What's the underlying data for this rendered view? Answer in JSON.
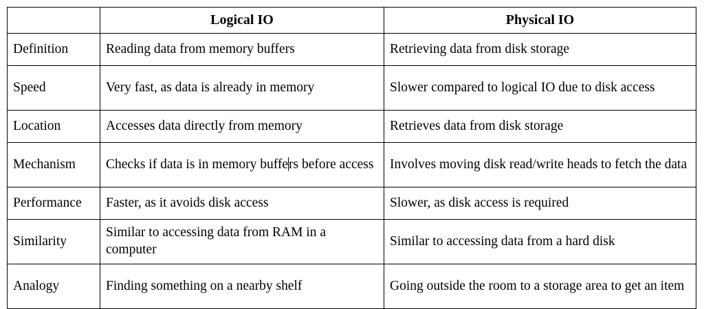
{
  "table": {
    "columns": [
      {
        "key": "attribute",
        "label": ""
      },
      {
        "key": "logical",
        "label": "Logical IO"
      },
      {
        "key": "physical",
        "label": "Physical IO"
      }
    ],
    "rows": [
      {
        "attribute": "Definition",
        "logical": "Reading data from memory buffers",
        "physical": "Retrieving data from disk storage"
      },
      {
        "attribute": "Speed",
        "logical": "Very fast, as data is already in memory",
        "physical": "Slower compared to logical IO due to disk access"
      },
      {
        "attribute": "Location",
        "logical": "Accesses data directly from memory",
        "physical": "Retrieves data from disk storage"
      },
      {
        "attribute": "Mechanism",
        "logical_before_caret": "Checks if data is in memory buffe",
        "logical_after_caret": "rs before access",
        "logical": "Checks if data is in memory buffers before access",
        "physical": "Involves moving disk read/write heads to fetch the data"
      },
      {
        "attribute": "Performance",
        "logical": "Faster, as it avoids disk access",
        "physical": "Slower, as disk access is required"
      },
      {
        "attribute": "Similarity",
        "logical": "Similar to accessing data from RAM in a computer",
        "physical": "Similar to accessing data from a hard disk"
      },
      {
        "attribute": "Analogy",
        "logical": "Finding something on a nearby shelf",
        "physical": "Going outside the room to a storage area to get an item"
      }
    ]
  },
  "style": {
    "border_color": "#000000",
    "background": "#ffffff",
    "text_color": "#000000"
  },
  "caret": {
    "present": true,
    "location": "mechanism-logical-cell"
  }
}
